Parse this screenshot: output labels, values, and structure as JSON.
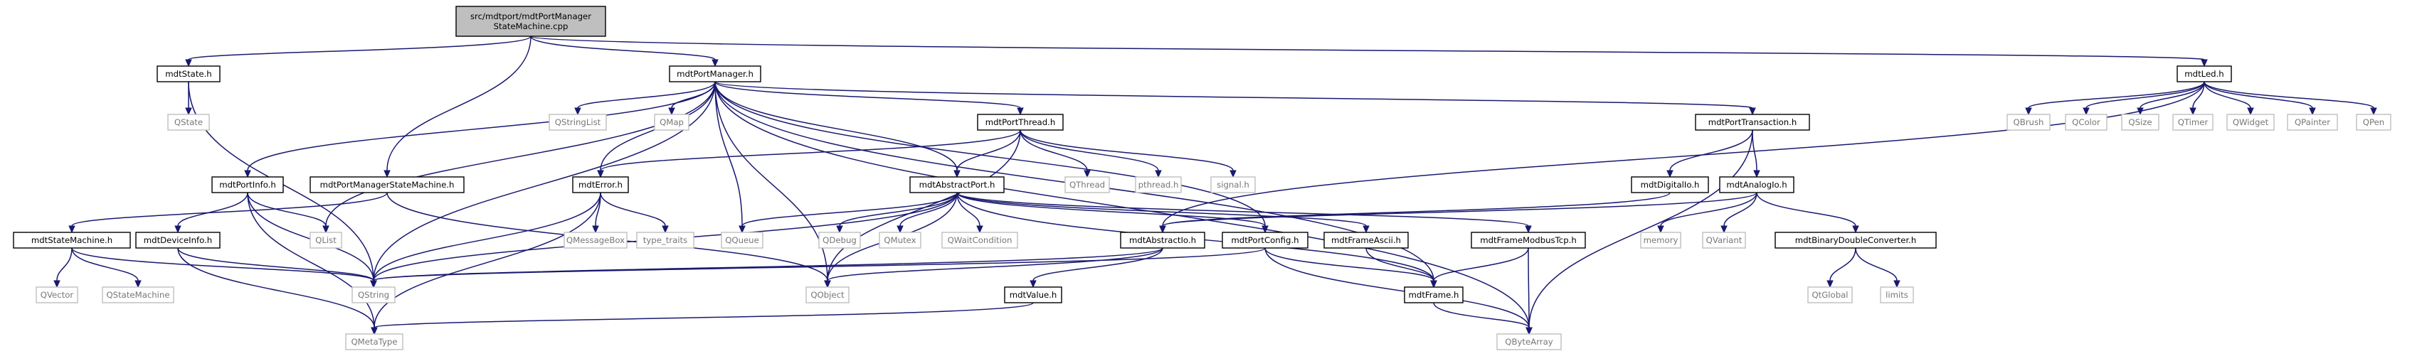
{
  "graph": {
    "colors": {
      "edge": "#191970",
      "root_fill": "#bfbfbf",
      "box_border": "#000000",
      "external_border": "#bfbfbf",
      "external_text": "#777777"
    },
    "nodes": [
      {
        "id": "root",
        "lines": [
          "src/mdtport/mdtPortManager",
          "StateMachine.cpp"
        ],
        "kind": "root"
      },
      {
        "id": "mdtState",
        "lines": [
          "mdtState.h"
        ],
        "kind": "file"
      },
      {
        "id": "mdtPortManager",
        "lines": [
          "mdtPortManager.h"
        ],
        "kind": "file"
      },
      {
        "id": "mdtLed",
        "lines": [
          "mdtLed.h"
        ],
        "kind": "file"
      },
      {
        "id": "QState",
        "lines": [
          "QState"
        ],
        "kind": "external"
      },
      {
        "id": "QStringList",
        "lines": [
          "QStringList"
        ],
        "kind": "external"
      },
      {
        "id": "QMap",
        "lines": [
          "QMap"
        ],
        "kind": "external"
      },
      {
        "id": "mdtPortThread",
        "lines": [
          "mdtPortThread.h"
        ],
        "kind": "file"
      },
      {
        "id": "mdtPortTransaction",
        "lines": [
          "mdtPortTransaction.h"
        ],
        "kind": "file"
      },
      {
        "id": "QBrush",
        "lines": [
          "QBrush"
        ],
        "kind": "external"
      },
      {
        "id": "QColor",
        "lines": [
          "QColor"
        ],
        "kind": "external"
      },
      {
        "id": "QSize",
        "lines": [
          "QSize"
        ],
        "kind": "external"
      },
      {
        "id": "QTimer",
        "lines": [
          "QTimer"
        ],
        "kind": "external"
      },
      {
        "id": "QWidget",
        "lines": [
          "QWidget"
        ],
        "kind": "external"
      },
      {
        "id": "QPainter",
        "lines": [
          "QPainter"
        ],
        "kind": "external"
      },
      {
        "id": "QPen",
        "lines": [
          "QPen"
        ],
        "kind": "external"
      },
      {
        "id": "mdtPortInfo",
        "lines": [
          "mdtPortInfo.h"
        ],
        "kind": "file"
      },
      {
        "id": "mdtPortManagerStateMachine",
        "lines": [
          "mdtPortManagerStateMachine.h"
        ],
        "kind": "file"
      },
      {
        "id": "mdtError",
        "lines": [
          "mdtError.h"
        ],
        "kind": "file"
      },
      {
        "id": "mdtAbstractPort",
        "lines": [
          "mdtAbstractPort.h"
        ],
        "kind": "file"
      },
      {
        "id": "QThread",
        "lines": [
          "QThread"
        ],
        "kind": "external"
      },
      {
        "id": "pthread",
        "lines": [
          "pthread.h"
        ],
        "kind": "external"
      },
      {
        "id": "signal",
        "lines": [
          "signal.h"
        ],
        "kind": "external"
      },
      {
        "id": "mdtDigitalIo",
        "lines": [
          "mdtDigitalIo.h"
        ],
        "kind": "file"
      },
      {
        "id": "mdtAnalogIo",
        "lines": [
          "mdtAnalogIo.h"
        ],
        "kind": "file"
      },
      {
        "id": "mdtStateMachine",
        "lines": [
          "mdtStateMachine.h"
        ],
        "kind": "file"
      },
      {
        "id": "mdtDeviceInfo",
        "lines": [
          "mdtDeviceInfo.h"
        ],
        "kind": "file"
      },
      {
        "id": "QList",
        "lines": [
          "QList"
        ],
        "kind": "external"
      },
      {
        "id": "QMessageBox",
        "lines": [
          "QMessageBox"
        ],
        "kind": "external"
      },
      {
        "id": "type_traits",
        "lines": [
          "type_traits"
        ],
        "kind": "external"
      },
      {
        "id": "QQueue",
        "lines": [
          "QQueue"
        ],
        "kind": "external"
      },
      {
        "id": "QDebug",
        "lines": [
          "QDebug"
        ],
        "kind": "external"
      },
      {
        "id": "QMutex",
        "lines": [
          "QMutex"
        ],
        "kind": "external"
      },
      {
        "id": "QWaitCondition",
        "lines": [
          "QWaitCondition"
        ],
        "kind": "external"
      },
      {
        "id": "mdtAbstractIo",
        "lines": [
          "mdtAbstractIo.h"
        ],
        "kind": "file"
      },
      {
        "id": "mdtPortConfig",
        "lines": [
          "mdtPortConfig.h"
        ],
        "kind": "file"
      },
      {
        "id": "mdtFrameAscii",
        "lines": [
          "mdtFrameAscii.h"
        ],
        "kind": "file"
      },
      {
        "id": "mdtFrameModbusTcp",
        "lines": [
          "mdtFrameModbusTcp.h"
        ],
        "kind": "file"
      },
      {
        "id": "memory",
        "lines": [
          "memory"
        ],
        "kind": "external"
      },
      {
        "id": "QVariant",
        "lines": [
          "QVariant"
        ],
        "kind": "external"
      },
      {
        "id": "mdtBinaryDoubleConverter",
        "lines": [
          "mdtBinaryDoubleConverter.h"
        ],
        "kind": "file"
      },
      {
        "id": "QVector",
        "lines": [
          "QVector"
        ],
        "kind": "external"
      },
      {
        "id": "QStateMachine",
        "lines": [
          "QStateMachine"
        ],
        "kind": "external"
      },
      {
        "id": "QString",
        "lines": [
          "QString"
        ],
        "kind": "external"
      },
      {
        "id": "QObject",
        "lines": [
          "QObject"
        ],
        "kind": "external"
      },
      {
        "id": "mdtFrame",
        "lines": [
          "mdtFrame.h"
        ],
        "kind": "file"
      },
      {
        "id": "mdtValue",
        "lines": [
          "mdtValue.h"
        ],
        "kind": "file"
      },
      {
        "id": "QtGlobal",
        "lines": [
          "QtGlobal"
        ],
        "kind": "external"
      },
      {
        "id": "limits",
        "lines": [
          "limits"
        ],
        "kind": "external"
      },
      {
        "id": "QMetaType",
        "lines": [
          "QMetaType"
        ],
        "kind": "external"
      },
      {
        "id": "QByteArray",
        "lines": [
          "QByteArray"
        ],
        "kind": "external"
      }
    ],
    "edges": [
      [
        "root",
        "mdtState"
      ],
      [
        "root",
        "mdtPortManager"
      ],
      [
        "root",
        "mdtLed"
      ],
      [
        "root",
        "mdtPortManagerStateMachine"
      ],
      [
        "mdtState",
        "QState"
      ],
      [
        "mdtState",
        "QString"
      ],
      [
        "mdtPortManager",
        "QStringList"
      ],
      [
        "mdtPortManager",
        "QMap"
      ],
      [
        "mdtPortManager",
        "mdtPortThread"
      ],
      [
        "mdtPortManager",
        "mdtPortTransaction"
      ],
      [
        "mdtPortManager",
        "mdtPortInfo"
      ],
      [
        "mdtPortManager",
        "mdtError"
      ],
      [
        "mdtPortManager",
        "mdtAbstractPort"
      ],
      [
        "mdtPortManager",
        "QList"
      ],
      [
        "mdtPortManager",
        "QString"
      ],
      [
        "mdtPortManager",
        "QObject"
      ],
      [
        "mdtPortManager",
        "QQueue"
      ],
      [
        "mdtPortManager",
        "mdtPortConfig"
      ],
      [
        "mdtPortManager",
        "mdtFrame"
      ],
      [
        "mdtPortManager",
        "QByteArray"
      ],
      [
        "mdtLed",
        "QBrush"
      ],
      [
        "mdtLed",
        "QColor"
      ],
      [
        "mdtLed",
        "QSize"
      ],
      [
        "mdtLed",
        "QTimer"
      ],
      [
        "mdtLed",
        "QWidget"
      ],
      [
        "mdtLed",
        "QPainter"
      ],
      [
        "mdtLed",
        "QPen"
      ],
      [
        "mdtLed",
        "mdtAbstractIo"
      ],
      [
        "mdtPortThread",
        "QThread"
      ],
      [
        "mdtPortThread",
        "pthread"
      ],
      [
        "mdtPortThread",
        "signal"
      ],
      [
        "mdtPortThread",
        "mdtError"
      ],
      [
        "mdtPortThread",
        "mdtAbstractPort"
      ],
      [
        "mdtPortThread",
        "QObject"
      ],
      [
        "mdtPortTransaction",
        "mdtDigitalIo"
      ],
      [
        "mdtPortTransaction",
        "mdtAnalogIo"
      ],
      [
        "mdtPortTransaction",
        "QByteArray"
      ],
      [
        "mdtPortInfo",
        "mdtDeviceInfo"
      ],
      [
        "mdtPortInfo",
        "QList"
      ],
      [
        "mdtPortInfo",
        "QString"
      ],
      [
        "mdtPortInfo",
        "QMetaType"
      ],
      [
        "mdtPortManagerStateMachine",
        "mdtStateMachine"
      ],
      [
        "mdtPortManagerStateMachine",
        "QObject"
      ],
      [
        "mdtError",
        "QMessageBox"
      ],
      [
        "mdtError",
        "type_traits"
      ],
      [
        "mdtError",
        "QString"
      ],
      [
        "mdtError",
        "QMetaType"
      ],
      [
        "mdtAbstractPort",
        "QQueue"
      ],
      [
        "mdtAbstractPort",
        "QDebug"
      ],
      [
        "mdtAbstractPort",
        "QMutex"
      ],
      [
        "mdtAbstractPort",
        "QWaitCondition"
      ],
      [
        "mdtAbstractPort",
        "mdtPortConfig"
      ],
      [
        "mdtAbstractPort",
        "mdtFrameAscii"
      ],
      [
        "mdtAbstractPort",
        "mdtFrameModbusTcp"
      ],
      [
        "mdtAbstractPort",
        "QString"
      ],
      [
        "mdtAbstractPort",
        "QObject"
      ],
      [
        "mdtAbstractPort",
        "mdtFrame"
      ],
      [
        "mdtDigitalIo",
        "mdtAbstractIo"
      ],
      [
        "mdtAnalogIo",
        "mdtAbstractIo"
      ],
      [
        "mdtAnalogIo",
        "memory"
      ],
      [
        "mdtAnalogIo",
        "QVariant"
      ],
      [
        "mdtAnalogIo",
        "mdtBinaryDoubleConverter"
      ],
      [
        "mdtStateMachine",
        "QVector"
      ],
      [
        "mdtStateMachine",
        "QStateMachine"
      ],
      [
        "mdtStateMachine",
        "QString"
      ],
      [
        "mdtDeviceInfo",
        "QString"
      ],
      [
        "mdtDeviceInfo",
        "QMetaType"
      ],
      [
        "mdtAbstractIo",
        "QObject"
      ],
      [
        "mdtAbstractIo",
        "mdtValue"
      ],
      [
        "mdtAbstractIo",
        "QString"
      ],
      [
        "mdtPortConfig",
        "QString"
      ],
      [
        "mdtPortConfig",
        "mdtFrame"
      ],
      [
        "mdtPortConfig",
        "QByteArray"
      ],
      [
        "mdtFrameAscii",
        "mdtFrame"
      ],
      [
        "mdtFrameModbusTcp",
        "mdtFrame"
      ],
      [
        "mdtFrameModbusTcp",
        "QByteArray"
      ],
      [
        "mdtBinaryDoubleConverter",
        "QtGlobal"
      ],
      [
        "mdtBinaryDoubleConverter",
        "limits"
      ],
      [
        "mdtValue",
        "QMetaType"
      ],
      [
        "mdtFrame",
        "QByteArray"
      ]
    ]
  }
}
